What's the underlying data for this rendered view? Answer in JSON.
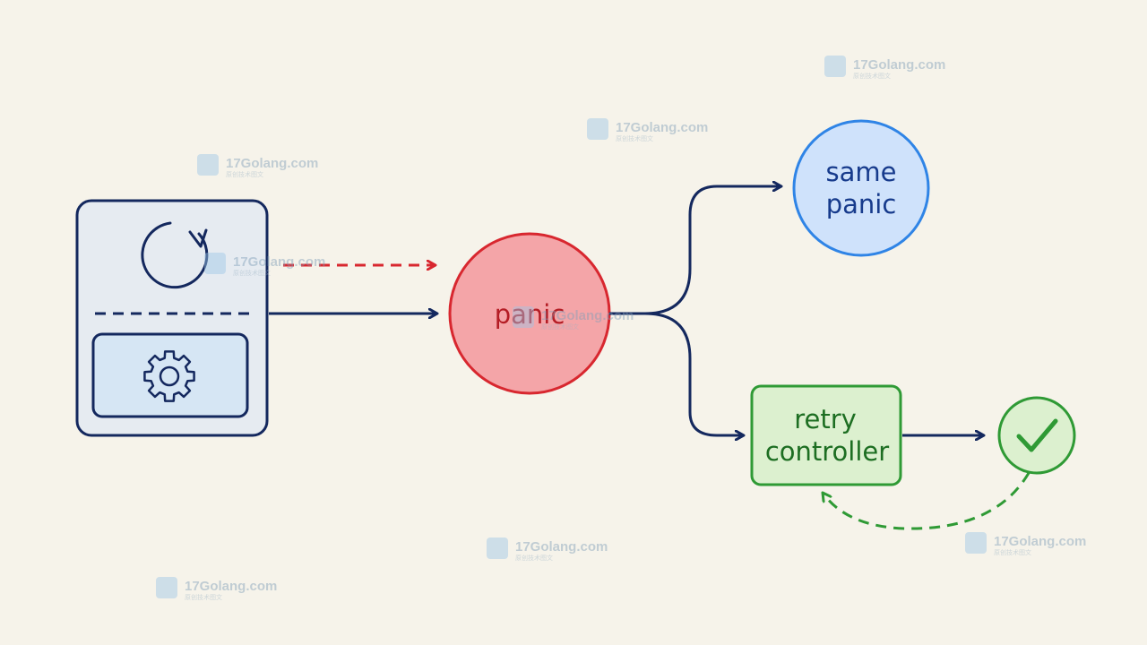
{
  "nodes": {
    "panic": {
      "label": "panic"
    },
    "same_panic": {
      "line1": "same",
      "line2": "panic"
    },
    "retry_controller": {
      "line1": "retry",
      "line2": "controller"
    }
  },
  "icons": {
    "service": "refresh-icon",
    "config": "gear-icon",
    "success": "check-icon"
  },
  "colors": {
    "background": "#f6f3ea",
    "navy": "#14285e",
    "red_stroke": "#d8272f",
    "red_fill": "#f4a5a8",
    "blue_stroke": "#2f84e6",
    "blue_fill": "#cfe2fb",
    "green_stroke": "#2f9a35",
    "green_fill": "#dcf0cf",
    "panel_fill": "#e6ebf1",
    "inner_fill": "#d6e6f4"
  },
  "watermark": {
    "text": "17Golang.com",
    "sub": "原创技术图文"
  }
}
